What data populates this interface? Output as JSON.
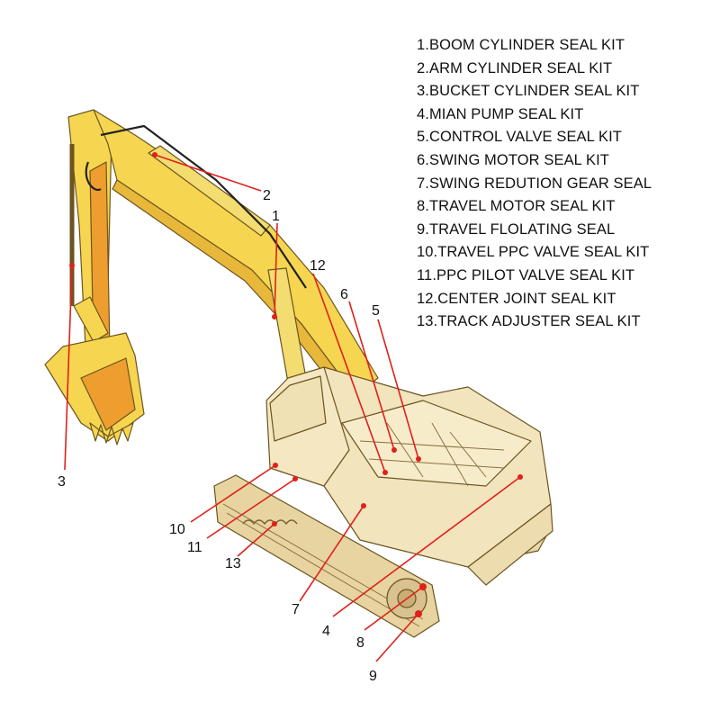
{
  "legend": {
    "items": [
      "1.BOOM CYLINDER SEAL KIT",
      "2.ARM CYLINDER SEAL KIT",
      "3.BUCKET CYLINDER SEAL KIT",
      "4.MIAN PUMP SEAL KIT",
      "5.CONTROL VALVE SEAL KIT",
      "6.SWING MOTOR SEAL KIT",
      "7.SWING REDUTION GEAR SEAL",
      "8.TRAVEL MOTOR SEAL KIT",
      "9.TRAVEL FLOLATING SEAL",
      "10.TRAVEL PPC VALVE SEAL KIT",
      "11.PPC PILOT VALVE SEAL KIT",
      "12.CENTER JOINT SEAL KIT",
      "13.TRACK ADJUSTER SEAL KIT"
    ]
  },
  "callouts": [
    "1",
    "2",
    "3",
    "4",
    "5",
    "6",
    "7",
    "8",
    "9",
    "10",
    "11",
    "12",
    "13"
  ],
  "colors": {
    "boom_yellow": "#f5d24a",
    "boom_orange": "#ec9a2c",
    "body_cream": "#f2e4bd",
    "track_beige": "#e8d4a0",
    "leader_red": "#e0201b",
    "outline": "#5a4a2a"
  }
}
